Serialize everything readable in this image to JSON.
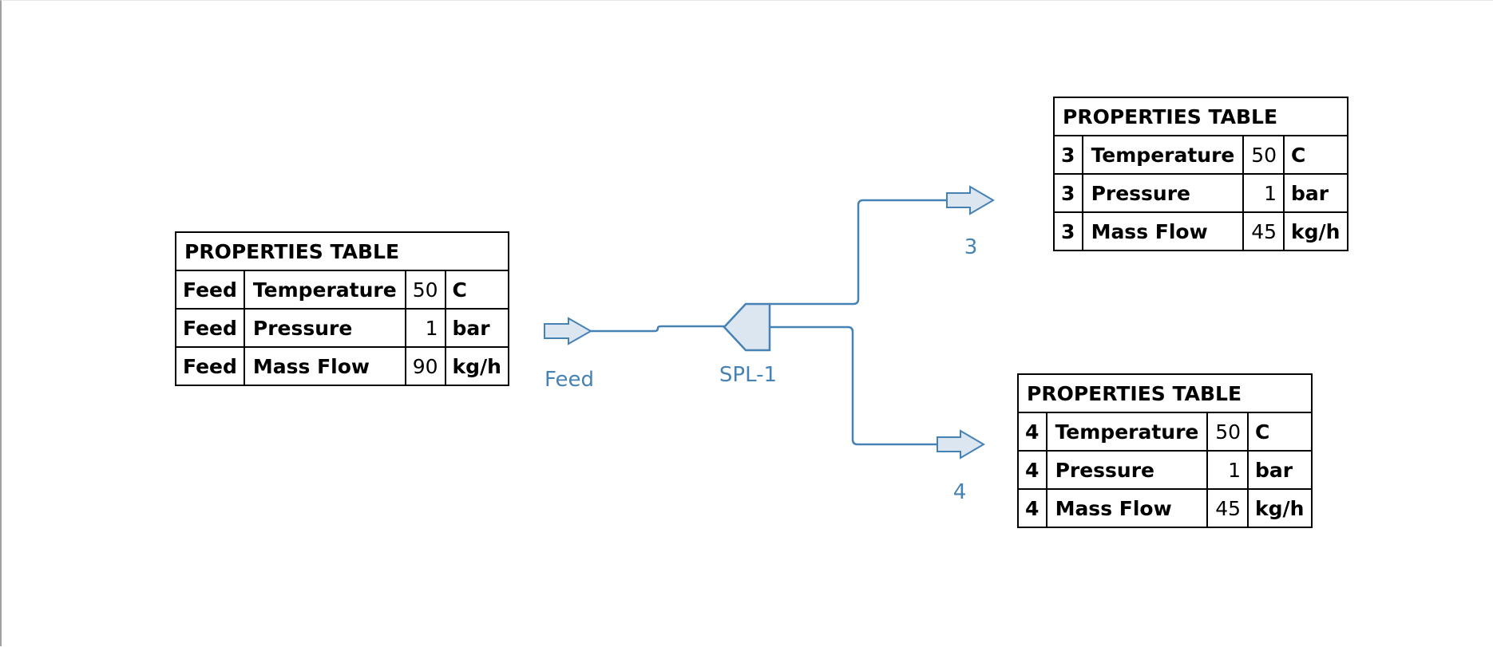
{
  "colors": {
    "stream_line": "#4682b4",
    "equipment_fill": "#dce6f0",
    "table_border": "#000000"
  },
  "streams": {
    "feed": {
      "label": "Feed"
    },
    "s3": {
      "label": "3"
    },
    "s4": {
      "label": "4"
    }
  },
  "equipment": {
    "splitter": {
      "label": "SPL-1",
      "icon": "splitter-icon"
    }
  },
  "tables": {
    "feed": {
      "title": "PROPERTIES TABLE",
      "rows": [
        {
          "stream": "Feed",
          "property": "Temperature",
          "value": "50",
          "unit": "C"
        },
        {
          "stream": "Feed",
          "property": "Pressure",
          "value": "1",
          "unit": "bar"
        },
        {
          "stream": "Feed",
          "property": "Mass Flow",
          "value": "90",
          "unit": "kg/h"
        }
      ]
    },
    "s3": {
      "title": "PROPERTIES TABLE",
      "rows": [
        {
          "stream": "3",
          "property": "Temperature",
          "value": "50",
          "unit": "C"
        },
        {
          "stream": "3",
          "property": "Pressure",
          "value": "1",
          "unit": "bar"
        },
        {
          "stream": "3",
          "property": "Mass Flow",
          "value": "45",
          "unit": "kg/h"
        }
      ]
    },
    "s4": {
      "title": "PROPERTIES TABLE",
      "rows": [
        {
          "stream": "4",
          "property": "Temperature",
          "value": "50",
          "unit": "C"
        },
        {
          "stream": "4",
          "property": "Pressure",
          "value": "1",
          "unit": "bar"
        },
        {
          "stream": "4",
          "property": "Mass Flow",
          "value": "45",
          "unit": "kg/h"
        }
      ]
    }
  }
}
